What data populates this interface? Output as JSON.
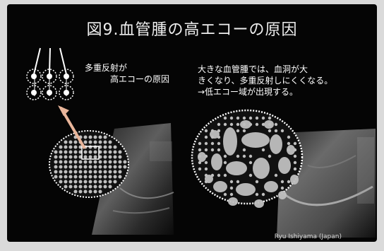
{
  "slide": {
    "title": "図9.血管腫の高エコーの原因",
    "caption_left": "多重反射が\n　　　高エコーの原因",
    "caption_right": "大きな血管腫では、血洞が大\nきくなり、多重反射しにくくなる。\n→低エコー域が出現する。",
    "credit": "Ryu Ishiyama (Japan)"
  },
  "colors": {
    "background": "#050505",
    "text": "#ffffff",
    "lesion": "#bfbfbf"
  },
  "icons": {
    "reflector_cluster": "dotted-circle-icon",
    "reflection_arrow": "arrow-up-icon"
  }
}
